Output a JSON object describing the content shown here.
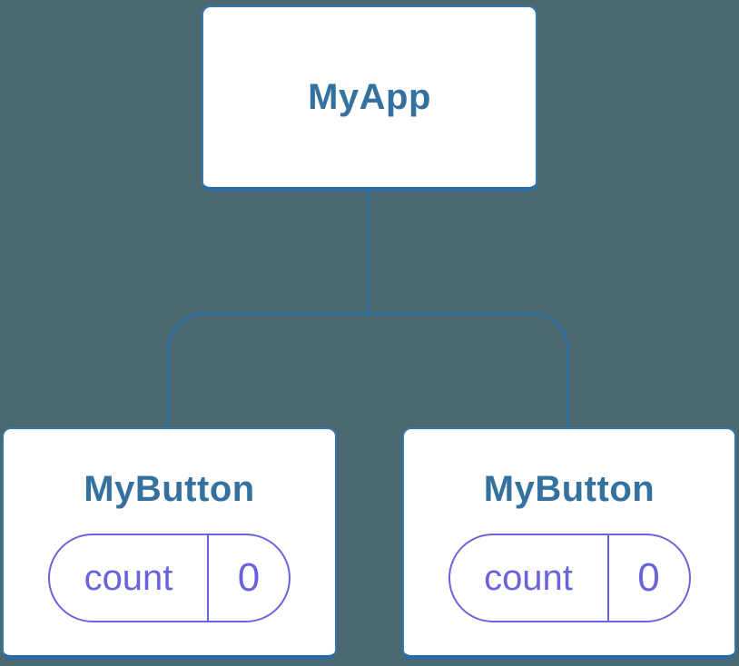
{
  "diagram": {
    "type": "component-tree",
    "root": {
      "label": "MyApp"
    },
    "children": [
      {
        "label": "MyButton",
        "state": {
          "key": "count",
          "value": "0"
        }
      },
      {
        "label": "MyButton",
        "state": {
          "key": "count",
          "value": "0"
        }
      }
    ]
  },
  "colors": {
    "background": "#4B6870",
    "line": "#2F6E9F",
    "box_border": "#3578A9",
    "box_border_bottom": "#2D6C9E",
    "box_bg": "#ffffff",
    "title_text": "#35719F",
    "state_accent": "#6A64DC"
  }
}
